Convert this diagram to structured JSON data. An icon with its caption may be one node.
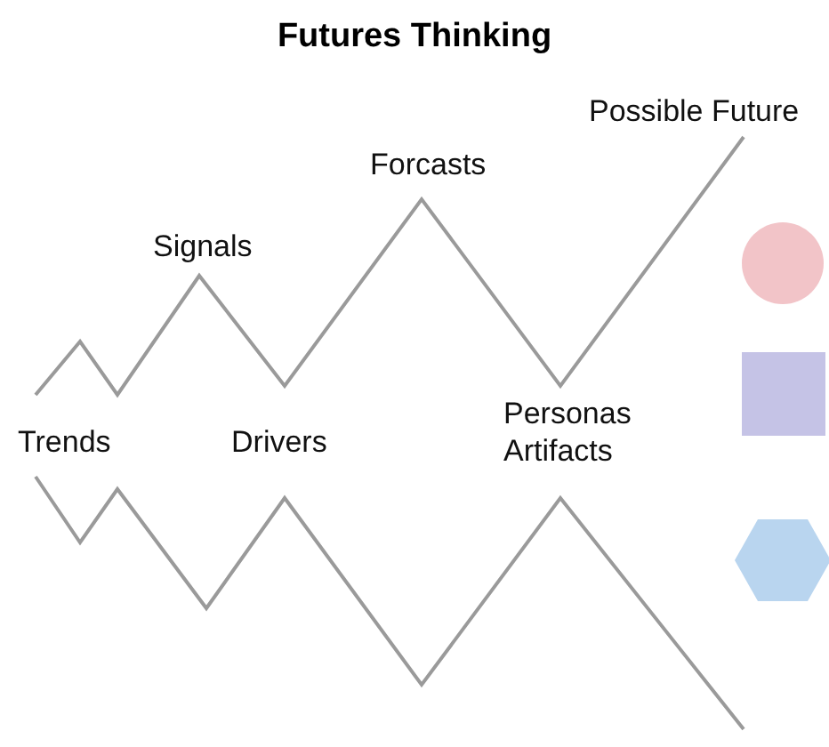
{
  "diagram": {
    "title": "Futures Thinking",
    "labels": [
      "Possible Future",
      "Forcasts",
      "Signals",
      "Trends",
      "Drivers",
      "Personas Artifacts"
    ]
  }
}
